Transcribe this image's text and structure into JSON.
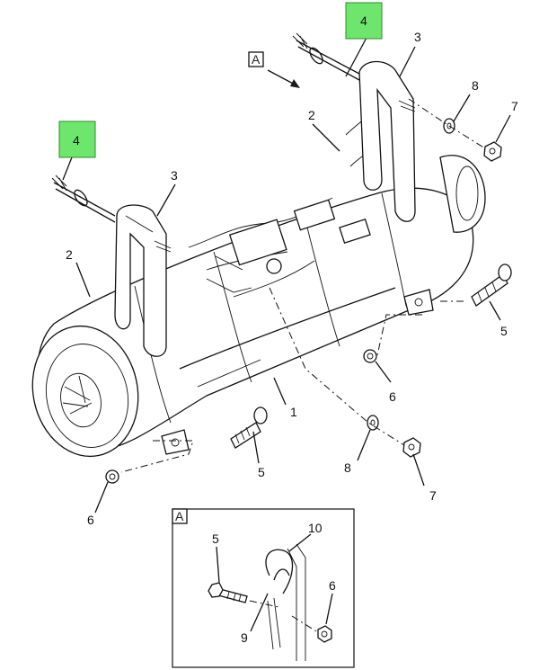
{
  "highlight_color": "#6ee66e",
  "callouts": {
    "c1": "1",
    "c2a": "2",
    "c2b": "2",
    "c3a": "3",
    "c3b": "3",
    "c4a": "4",
    "c4b": "4",
    "c5a": "5",
    "c5b": "5",
    "c5c": "5",
    "c6a": "6",
    "c6b": "6",
    "c6c": "6",
    "c7a": "7",
    "c7b": "7",
    "c8a": "8",
    "c8b": "8",
    "c9": "9",
    "c10": "10"
  },
  "view_tags": {
    "main": "A",
    "detail": "A"
  }
}
